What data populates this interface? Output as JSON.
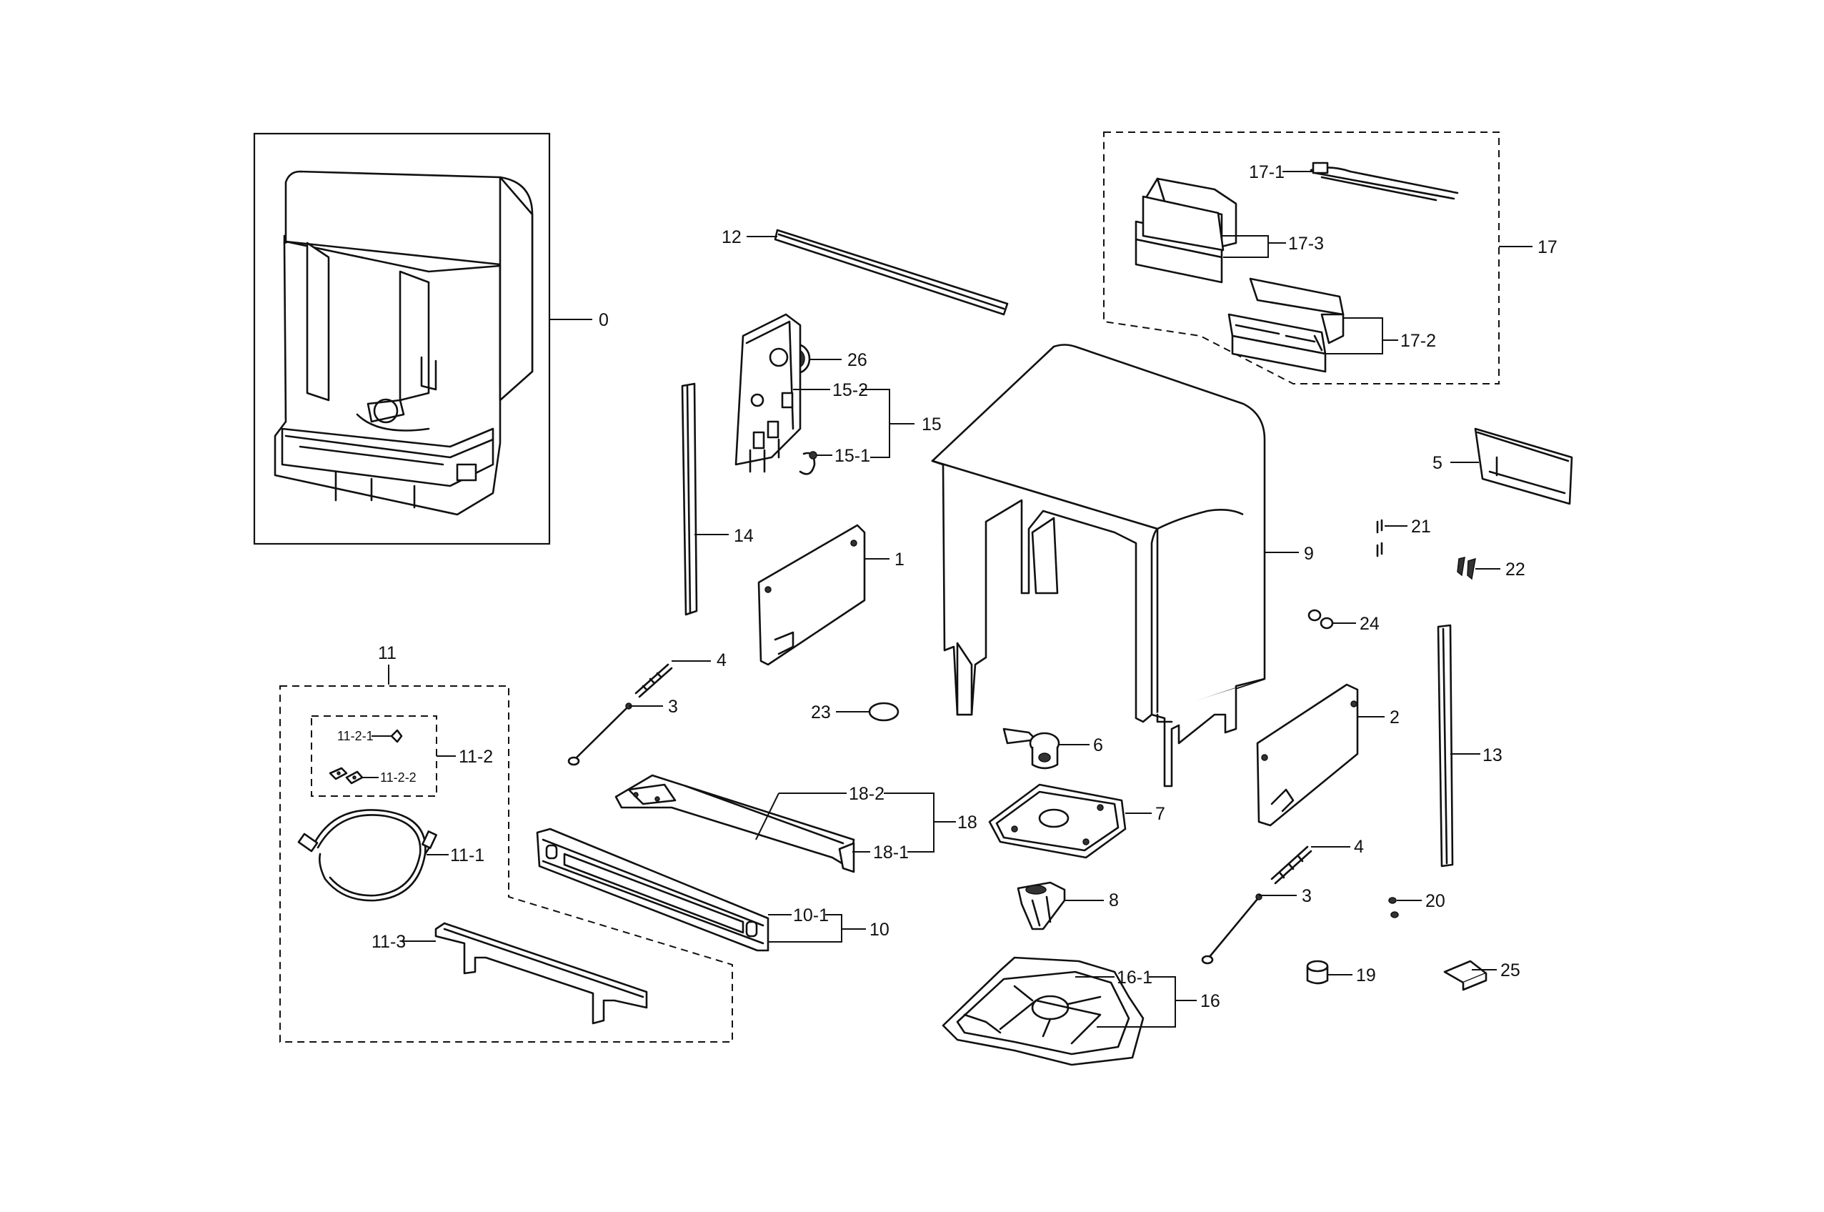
{
  "callouts": {
    "c0": "0",
    "c1": "1",
    "c2": "2",
    "c3a": "3",
    "c3b": "3",
    "c4a": "4",
    "c4b": "4",
    "c5": "5",
    "c6": "6",
    "c7": "7",
    "c8": "8",
    "c9": "9",
    "c10": "10",
    "c10_1": "10-1",
    "c11": "11",
    "c11_1": "11-1",
    "c11_2": "11-2",
    "c11_2_1": "11-2-1",
    "c11_2_2": "11-2-2",
    "c11_3": "11-3",
    "c12": "12",
    "c13": "13",
    "c14": "14",
    "c15": "15",
    "c15_1": "15-1",
    "c15_2": "15-2",
    "c16": "16",
    "c16_1": "16-1",
    "c17": "17",
    "c17_1": "17-1",
    "c17_2": "17-2",
    "c17_3": "17-3",
    "c18": "18",
    "c18_1": "18-1",
    "c18_2": "18-2",
    "c19": "19",
    "c20": "20",
    "c21": "21",
    "c22": "22",
    "c23": "23",
    "c24": "24",
    "c25": "25",
    "c26": "26"
  }
}
